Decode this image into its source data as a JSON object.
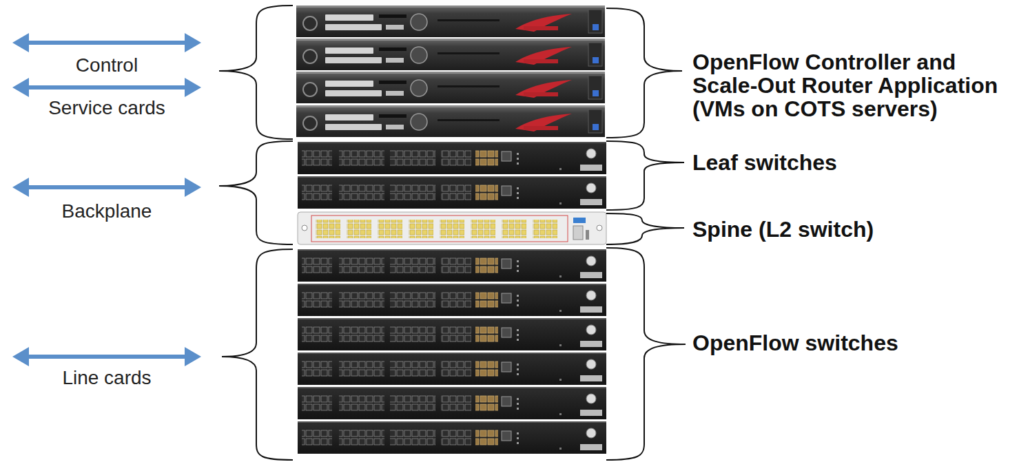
{
  "diagram": {
    "labels": [
      "Control",
      "Service cards",
      "Backplane",
      "Line cards",
      "OpenFlow Controller and Scale-Out Router Application (VMs on COTS servers)",
      "Leaf switches",
      "Spine (L2 switch)",
      "OpenFlow switches"
    ]
  }
}
